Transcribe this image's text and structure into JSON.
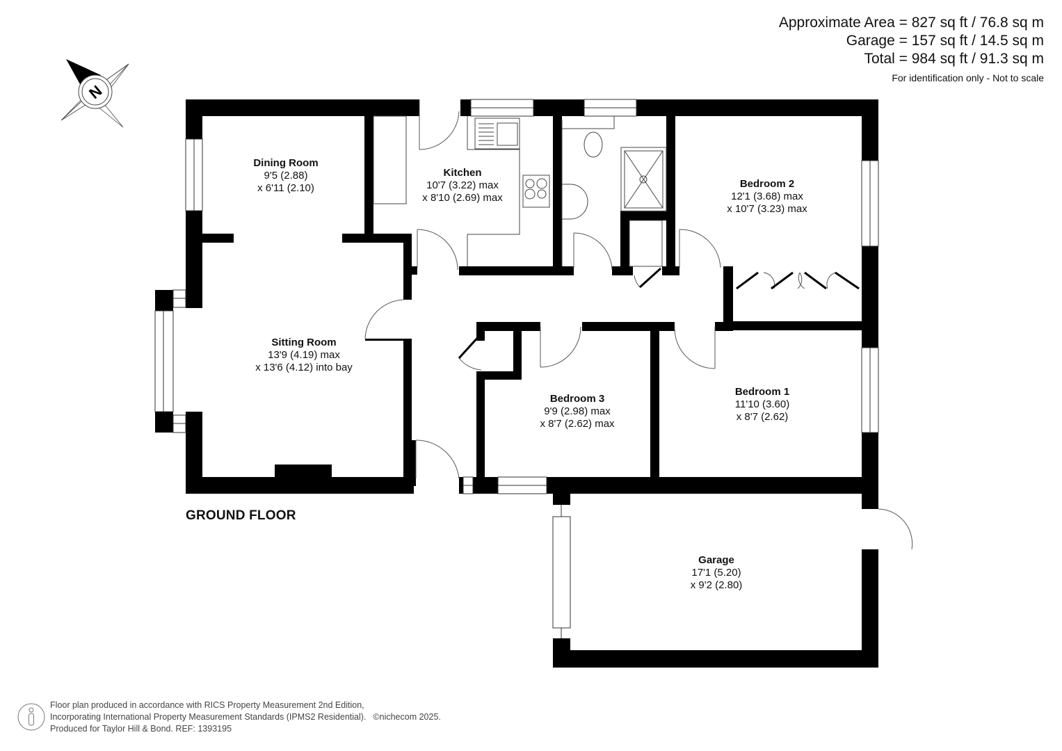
{
  "header": {
    "area_lines": [
      "Approximate Area = 827 sq ft / 76.8 sq m",
      "Garage = 157 sq ft / 14.5 sq m",
      "Total = 984 sq ft / 91.3 sq m"
    ],
    "disclaimer": "For identification only - Not to scale"
  },
  "compass": {
    "icon": "compass-north-icon",
    "letter": "N"
  },
  "floor": {
    "title": "GROUND FLOOR"
  },
  "rooms": [
    {
      "name": "Dining Room",
      "dim1": "9'5 (2.88)",
      "dim2": "x 6'11 (2.10)"
    },
    {
      "name": "Kitchen",
      "dim1": "10'7 (3.22) max",
      "dim2": "x 8'10 (2.69) max"
    },
    {
      "name": "Bedroom 2",
      "dim1": "12'1 (3.68) max",
      "dim2": "x 10'7 (3.23) max"
    },
    {
      "name": "Sitting Room",
      "dim1": "13'9 (4.19) max",
      "dim2": "x 13'6 (4.12) into bay"
    },
    {
      "name": "Bedroom 3",
      "dim1": "9'9 (2.98) max",
      "dim2": "x 8'7 (2.62) max"
    },
    {
      "name": "Bedroom 1",
      "dim1": "11'10 (3.60)",
      "dim2": "x 8'7 (2.62)"
    },
    {
      "name": "Garage",
      "dim1": "17'1 (5.20)",
      "dim2": "x 9'2 (2.80)"
    }
  ],
  "footer": {
    "line1": "Floor plan produced in accordance with RICS Property Measurement 2nd Edition,",
    "line2": "Incorporating International Property Measurement Standards (IPMS2 Residential).",
    "copyright": "©nichecom 2025.",
    "line3": "Produced for Taylor Hill & Bond.   REF: 1393195"
  },
  "colors": {
    "wall": "#000000",
    "line": "#555555",
    "background": "#ffffff"
  }
}
